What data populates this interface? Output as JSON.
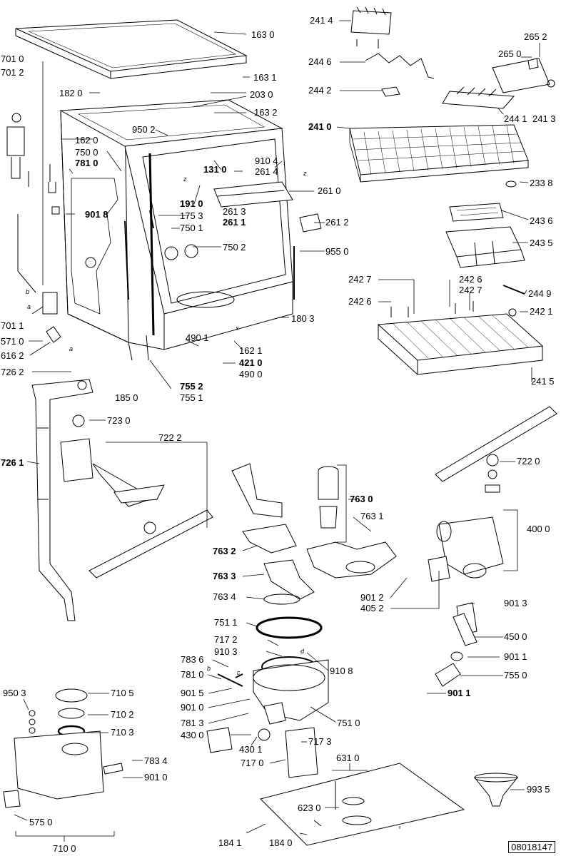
{
  "doc_id": "08018147",
  "letters": {
    "a": "a",
    "b": "b",
    "c": "c",
    "d": "d",
    "x": "x",
    "z": "z"
  },
  "labels": [
    {
      "id": "163-0",
      "text": "163 0",
      "bold": false
    },
    {
      "id": "701-0",
      "text": "701 0",
      "bold": false
    },
    {
      "id": "701-2",
      "text": "701 2",
      "bold": false
    },
    {
      "id": "163-1",
      "text": "163 1",
      "bold": false
    },
    {
      "id": "182-0",
      "text": "182 0",
      "bold": false
    },
    {
      "id": "203-0",
      "text": "203 0",
      "bold": false
    },
    {
      "id": "163-2",
      "text": "163 2",
      "bold": false
    },
    {
      "id": "162-0",
      "text": "162 0",
      "bold": false
    },
    {
      "id": "950-2",
      "text": "950 2",
      "bold": false
    },
    {
      "id": "750-0",
      "text": "750 0",
      "bold": false
    },
    {
      "id": "781-0-a",
      "text": "781 0",
      "bold": true
    },
    {
      "id": "910-4",
      "text": "910 4",
      "bold": false
    },
    {
      "id": "261-4",
      "text": "261 4",
      "bold": false
    },
    {
      "id": "131-0",
      "text": "131 0",
      "bold": true
    },
    {
      "id": "261-0",
      "text": "261 0",
      "bold": false
    },
    {
      "id": "191-0",
      "text": "191 0",
      "bold": true
    },
    {
      "id": "261-3",
      "text": "261 3",
      "bold": false
    },
    {
      "id": "901-8",
      "text": "901 8",
      "bold": true
    },
    {
      "id": "175-3",
      "text": "175 3",
      "bold": false
    },
    {
      "id": "261-1",
      "text": "261 1",
      "bold": true
    },
    {
      "id": "261-2",
      "text": "261 2",
      "bold": false
    },
    {
      "id": "750-1",
      "text": "750 1",
      "bold": false
    },
    {
      "id": "750-2",
      "text": "750 2",
      "bold": false
    },
    {
      "id": "955-0",
      "text": "955 0",
      "bold": false
    },
    {
      "id": "180-3",
      "text": "180 3",
      "bold": false
    },
    {
      "id": "701-1",
      "text": "701 1",
      "bold": false
    },
    {
      "id": "571-0",
      "text": "571 0",
      "bold": false
    },
    {
      "id": "490-1",
      "text": "490 1",
      "bold": false
    },
    {
      "id": "162-1",
      "text": "162 1",
      "bold": false
    },
    {
      "id": "616-2",
      "text": "616 2",
      "bold": false
    },
    {
      "id": "421-0",
      "text": "421 0",
      "bold": true
    },
    {
      "id": "490-0",
      "text": "490 0",
      "bold": false
    },
    {
      "id": "726-2",
      "text": "726 2",
      "bold": false
    },
    {
      "id": "755-2",
      "text": "755 2",
      "bold": true
    },
    {
      "id": "755-1",
      "text": "755 1",
      "bold": false
    },
    {
      "id": "185-0",
      "text": "185 0",
      "bold": false
    },
    {
      "id": "723-0",
      "text": "723 0",
      "bold": false
    },
    {
      "id": "722-2",
      "text": "722 2",
      "bold": false
    },
    {
      "id": "726-1",
      "text": "726 1",
      "bold": true
    },
    {
      "id": "241-4",
      "text": "241 4",
      "bold": false
    },
    {
      "id": "265-2",
      "text": "265 2",
      "bold": false
    },
    {
      "id": "265-0",
      "text": "265 0",
      "bold": false
    },
    {
      "id": "244-6",
      "text": "244 6",
      "bold": false
    },
    {
      "id": "244-2",
      "text": "244 2",
      "bold": false
    },
    {
      "id": "244-1",
      "text": "244 1",
      "bold": false
    },
    {
      "id": "241-3",
      "text": "241 3",
      "bold": false
    },
    {
      "id": "241-0",
      "text": "241 0",
      "bold": true
    },
    {
      "id": "233-8",
      "text": "233 8",
      "bold": false
    },
    {
      "id": "243-6",
      "text": "243 6",
      "bold": false
    },
    {
      "id": "243-5",
      "text": "243 5",
      "bold": false
    },
    {
      "id": "242-7-a",
      "text": "242 7",
      "bold": false
    },
    {
      "id": "242-6-a",
      "text": "242 6",
      "bold": false
    },
    {
      "id": "242-7-b",
      "text": "242 7",
      "bold": false
    },
    {
      "id": "244-9",
      "text": "244 9",
      "bold": false
    },
    {
      "id": "242-6-b",
      "text": "242 6",
      "bold": false
    },
    {
      "id": "242-1",
      "text": "242 1",
      "bold": false
    },
    {
      "id": "241-5",
      "text": "241 5",
      "bold": false
    },
    {
      "id": "722-0",
      "text": "722 0",
      "bold": false
    },
    {
      "id": "763-0",
      "text": "763 0",
      "bold": true
    },
    {
      "id": "763-1",
      "text": "763 1",
      "bold": false
    },
    {
      "id": "400-0",
      "text": "400 0",
      "bold": false
    },
    {
      "id": "763-2",
      "text": "763 2",
      "bold": true
    },
    {
      "id": "763-3",
      "text": "763 3",
      "bold": true
    },
    {
      "id": "763-4",
      "text": "763 4",
      "bold": false
    },
    {
      "id": "901-2",
      "text": "901 2",
      "bold": false
    },
    {
      "id": "405-2",
      "text": "405 2",
      "bold": false
    },
    {
      "id": "901-3",
      "text": "901 3",
      "bold": false
    },
    {
      "id": "751-1",
      "text": "751 1",
      "bold": false
    },
    {
      "id": "450-0",
      "text": "450 0",
      "bold": false
    },
    {
      "id": "717-2",
      "text": "717 2",
      "bold": false
    },
    {
      "id": "783-6",
      "text": "783 6",
      "bold": false
    },
    {
      "id": "910-3",
      "text": "910 3",
      "bold": false
    },
    {
      "id": "910-8",
      "text": "910 8",
      "bold": false
    },
    {
      "id": "901-1-a",
      "text": "901 1",
      "bold": false
    },
    {
      "id": "781-0-b",
      "text": "781 0",
      "bold": false
    },
    {
      "id": "755-0",
      "text": "755 0",
      "bold": false
    },
    {
      "id": "950-3",
      "text": "950 3",
      "bold": false
    },
    {
      "id": "710-5",
      "text": "710 5",
      "bold": false
    },
    {
      "id": "901-5",
      "text": "901 5",
      "bold": false
    },
    {
      "id": "901-1-b",
      "text": "901 1",
      "bold": true
    },
    {
      "id": "710-2",
      "text": "710 2",
      "bold": false
    },
    {
      "id": "901-0-a",
      "text": "901 0",
      "bold": false
    },
    {
      "id": "781-3",
      "text": "781 3",
      "bold": false
    },
    {
      "id": "751-0",
      "text": "751 0",
      "bold": false
    },
    {
      "id": "710-3",
      "text": "710 3",
      "bold": false
    },
    {
      "id": "430-0",
      "text": "430 0",
      "bold": false
    },
    {
      "id": "717-3",
      "text": "717 3",
      "bold": false
    },
    {
      "id": "430-1",
      "text": "430 1",
      "bold": false
    },
    {
      "id": "631-0",
      "text": "631 0",
      "bold": false
    },
    {
      "id": "783-4",
      "text": "783 4",
      "bold": false
    },
    {
      "id": "717-0",
      "text": "717 0",
      "bold": false
    },
    {
      "id": "901-0-b",
      "text": "901 0",
      "bold": false
    },
    {
      "id": "993-5",
      "text": "993 5",
      "bold": false
    },
    {
      "id": "623-0",
      "text": "623 0",
      "bold": false
    },
    {
      "id": "575-0",
      "text": "575 0",
      "bold": false
    },
    {
      "id": "184-1",
      "text": "184 1",
      "bold": false
    },
    {
      "id": "184-0",
      "text": "184 0",
      "bold": false
    },
    {
      "id": "710-0",
      "text": "710 0",
      "bold": false
    }
  ]
}
